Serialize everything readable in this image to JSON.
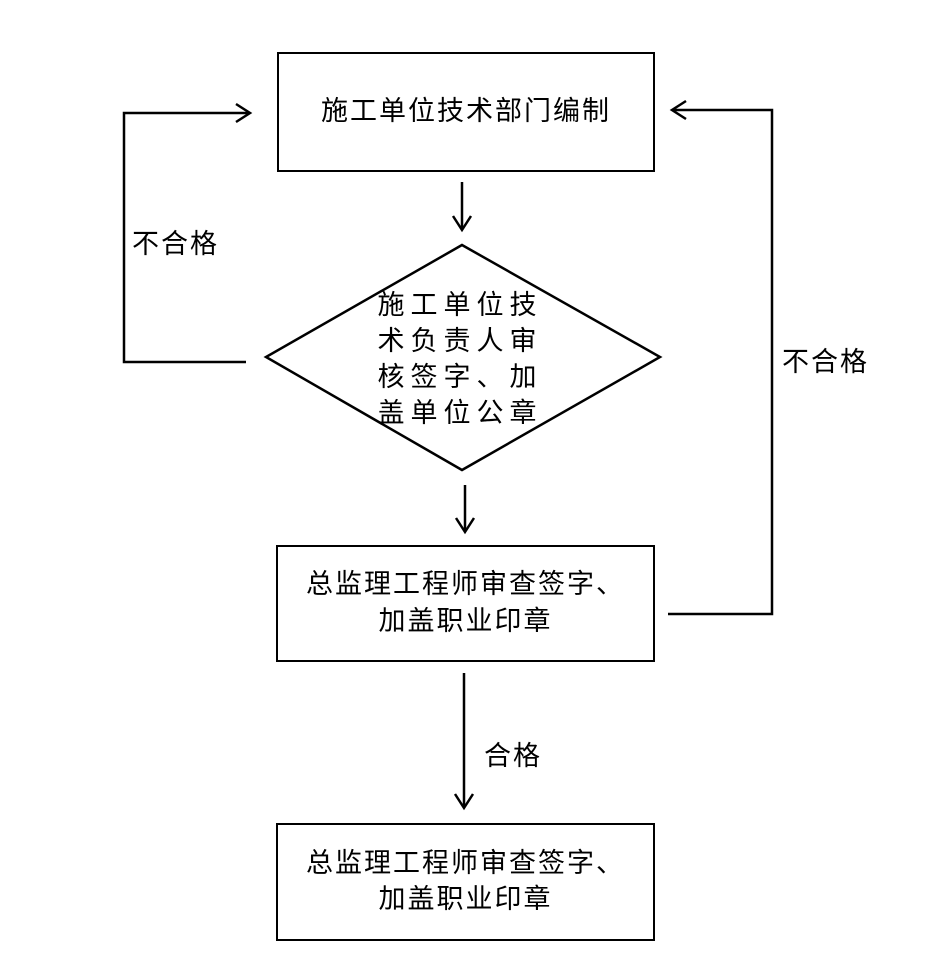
{
  "nodes": {
    "start_box": {
      "text": "施工单位技术部门编制"
    },
    "decision": {
      "lines": [
        "施工单位技",
        "术负责人审",
        "核签字、加",
        "盖单位公章"
      ]
    },
    "review_box_1": {
      "lines": [
        "总监理工程师审查签字、",
        "加盖职业印章"
      ]
    },
    "final_box": {
      "lines": [
        "总监理工程师审查签字、",
        "加盖职业印章"
      ]
    }
  },
  "edges": {
    "reject_left": "不合格",
    "reject_right": "不合格",
    "pass": "合格"
  }
}
